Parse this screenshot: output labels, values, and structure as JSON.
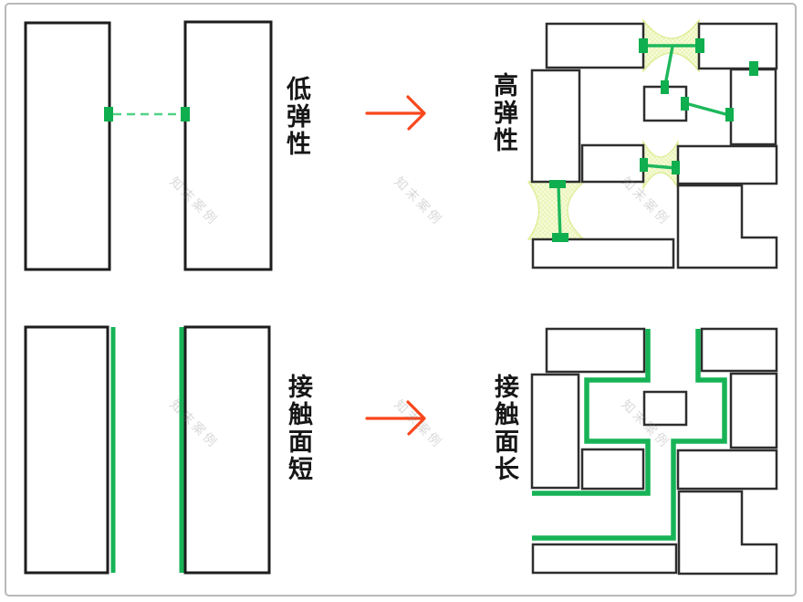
{
  "panels": {
    "top_left": {
      "label": "低弹性"
    },
    "top_right": {
      "label": "高弹性"
    },
    "bottom_left": {
      "label": "接触面短"
    },
    "bottom_right": {
      "label": "接触面长"
    }
  },
  "watermark": {
    "text": "知末案例"
  },
  "colors": {
    "block_outline": "#1d1d1d",
    "connector_green": "#0fae4e",
    "line_green": "#1eb85c",
    "dashed_green": "#52d185",
    "path_green": "#17b356",
    "glow_fill": "#f6fbdc",
    "glow_edge": "#d9ec8e",
    "arrow_orange": "#f8471c",
    "frame_gray": "#b9b9b9"
  }
}
